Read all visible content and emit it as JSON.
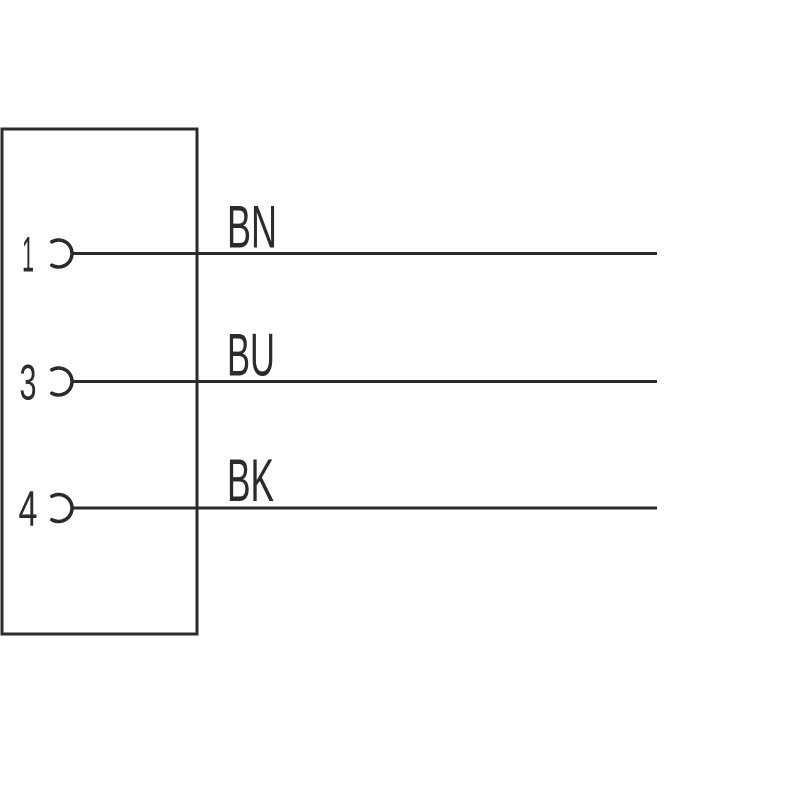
{
  "diagram": {
    "type": "connector-pinout-wiring-diagram",
    "colors": {
      "line": "#2b2b2b",
      "background": "#ffffff"
    },
    "connector": {
      "pins": [
        {
          "number": "1",
          "wire_label": "BN"
        },
        {
          "number": "3",
          "wire_label": "BU"
        },
        {
          "number": "4",
          "wire_label": "BK"
        }
      ]
    }
  }
}
